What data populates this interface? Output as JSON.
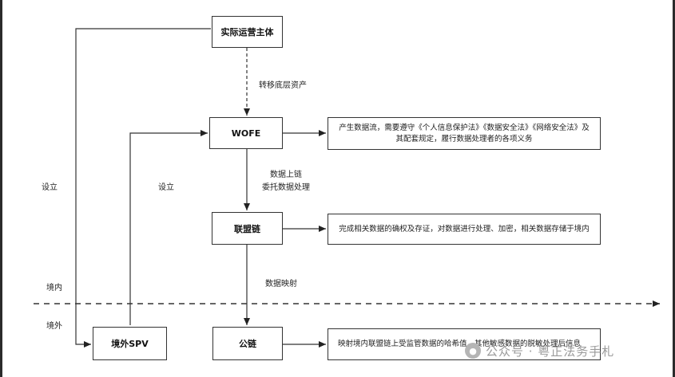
{
  "nodes": {
    "operating_entity": "实际运营主体",
    "wofe": "WOFE",
    "consortium_chain": "联盟链",
    "offshore_spv": "境外SPV",
    "public_chain": "公链"
  },
  "notes": {
    "wofe_note": "产生数据流，需要遵守《个人信息保护法》《数据安全法》《网络安全法》及其配套规定，履行数据处理者的各项义务",
    "chain_note": "完成相关数据的确权及存证，对数据进行处理、加密，相关数据存储于境内",
    "public_note": "映射境内联盟链上受监管数据的哈希值，其他敏感数据的脱敏处理后信息"
  },
  "labels": {
    "transfer_assets": "转移底层资产",
    "data_onchain": "数据上链",
    "entrust_processing": "委托数据处理",
    "data_mapping": "数据映射",
    "establish_left": "设立",
    "establish_right": "设立",
    "domestic": "境内",
    "overseas": "境外"
  },
  "watermark": {
    "text": "公众号 · 粤正法务手札"
  }
}
